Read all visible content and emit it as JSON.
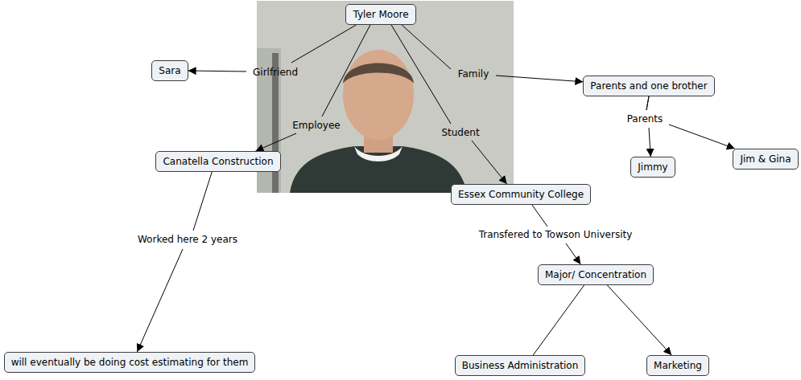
{
  "diagram": {
    "nodes": [
      {
        "text": [
          "Tyler Moore"
        ]
      },
      {
        "text": [
          "Sara"
        ]
      },
      {
        "text": [
          "Parents and one brother"
        ]
      },
      {
        "text": [
          "Canatella Construction"
        ]
      },
      {
        "text": [
          "Essex Community College"
        ]
      },
      {
        "text": [
          "Jimmy"
        ]
      },
      {
        "text": [
          "Jim & Gina"
        ]
      },
      {
        "text": [
          "Major/ Concentration"
        ]
      },
      {
        "text": [
          "will eventually be doing cost estimating for them"
        ]
      },
      {
        "text": [
          "Business Administration"
        ]
      },
      {
        "text": [
          "Marketing"
        ]
      }
    ],
    "edges": [
      {
        "from": 0,
        "to": 1,
        "label": "Girlfriend",
        "arrow": "to"
      },
      {
        "from": 0,
        "to": 3,
        "label": "Employee",
        "arrow": "to"
      },
      {
        "from": 0,
        "to": 4,
        "label": "Student",
        "arrow": "to"
      },
      {
        "from": 0,
        "to": 2,
        "label": "Family",
        "arrow": "to"
      },
      {
        "from": 2,
        "to": 6,
        "label": "Parents",
        "arrow": "to"
      },
      {
        "from": 2,
        "to": 5,
        "arrow": "to"
      },
      {
        "from": 3,
        "to": 8,
        "label": "Worked here 2 years",
        "arrow": "to"
      },
      {
        "from": 4,
        "to": 7,
        "label": "Transfered to Towson University",
        "arrow": "to"
      },
      {
        "from": 7,
        "to": 9,
        "arrow": "none"
      },
      {
        "from": 7,
        "to": 10,
        "arrow": "to"
      }
    ]
  }
}
